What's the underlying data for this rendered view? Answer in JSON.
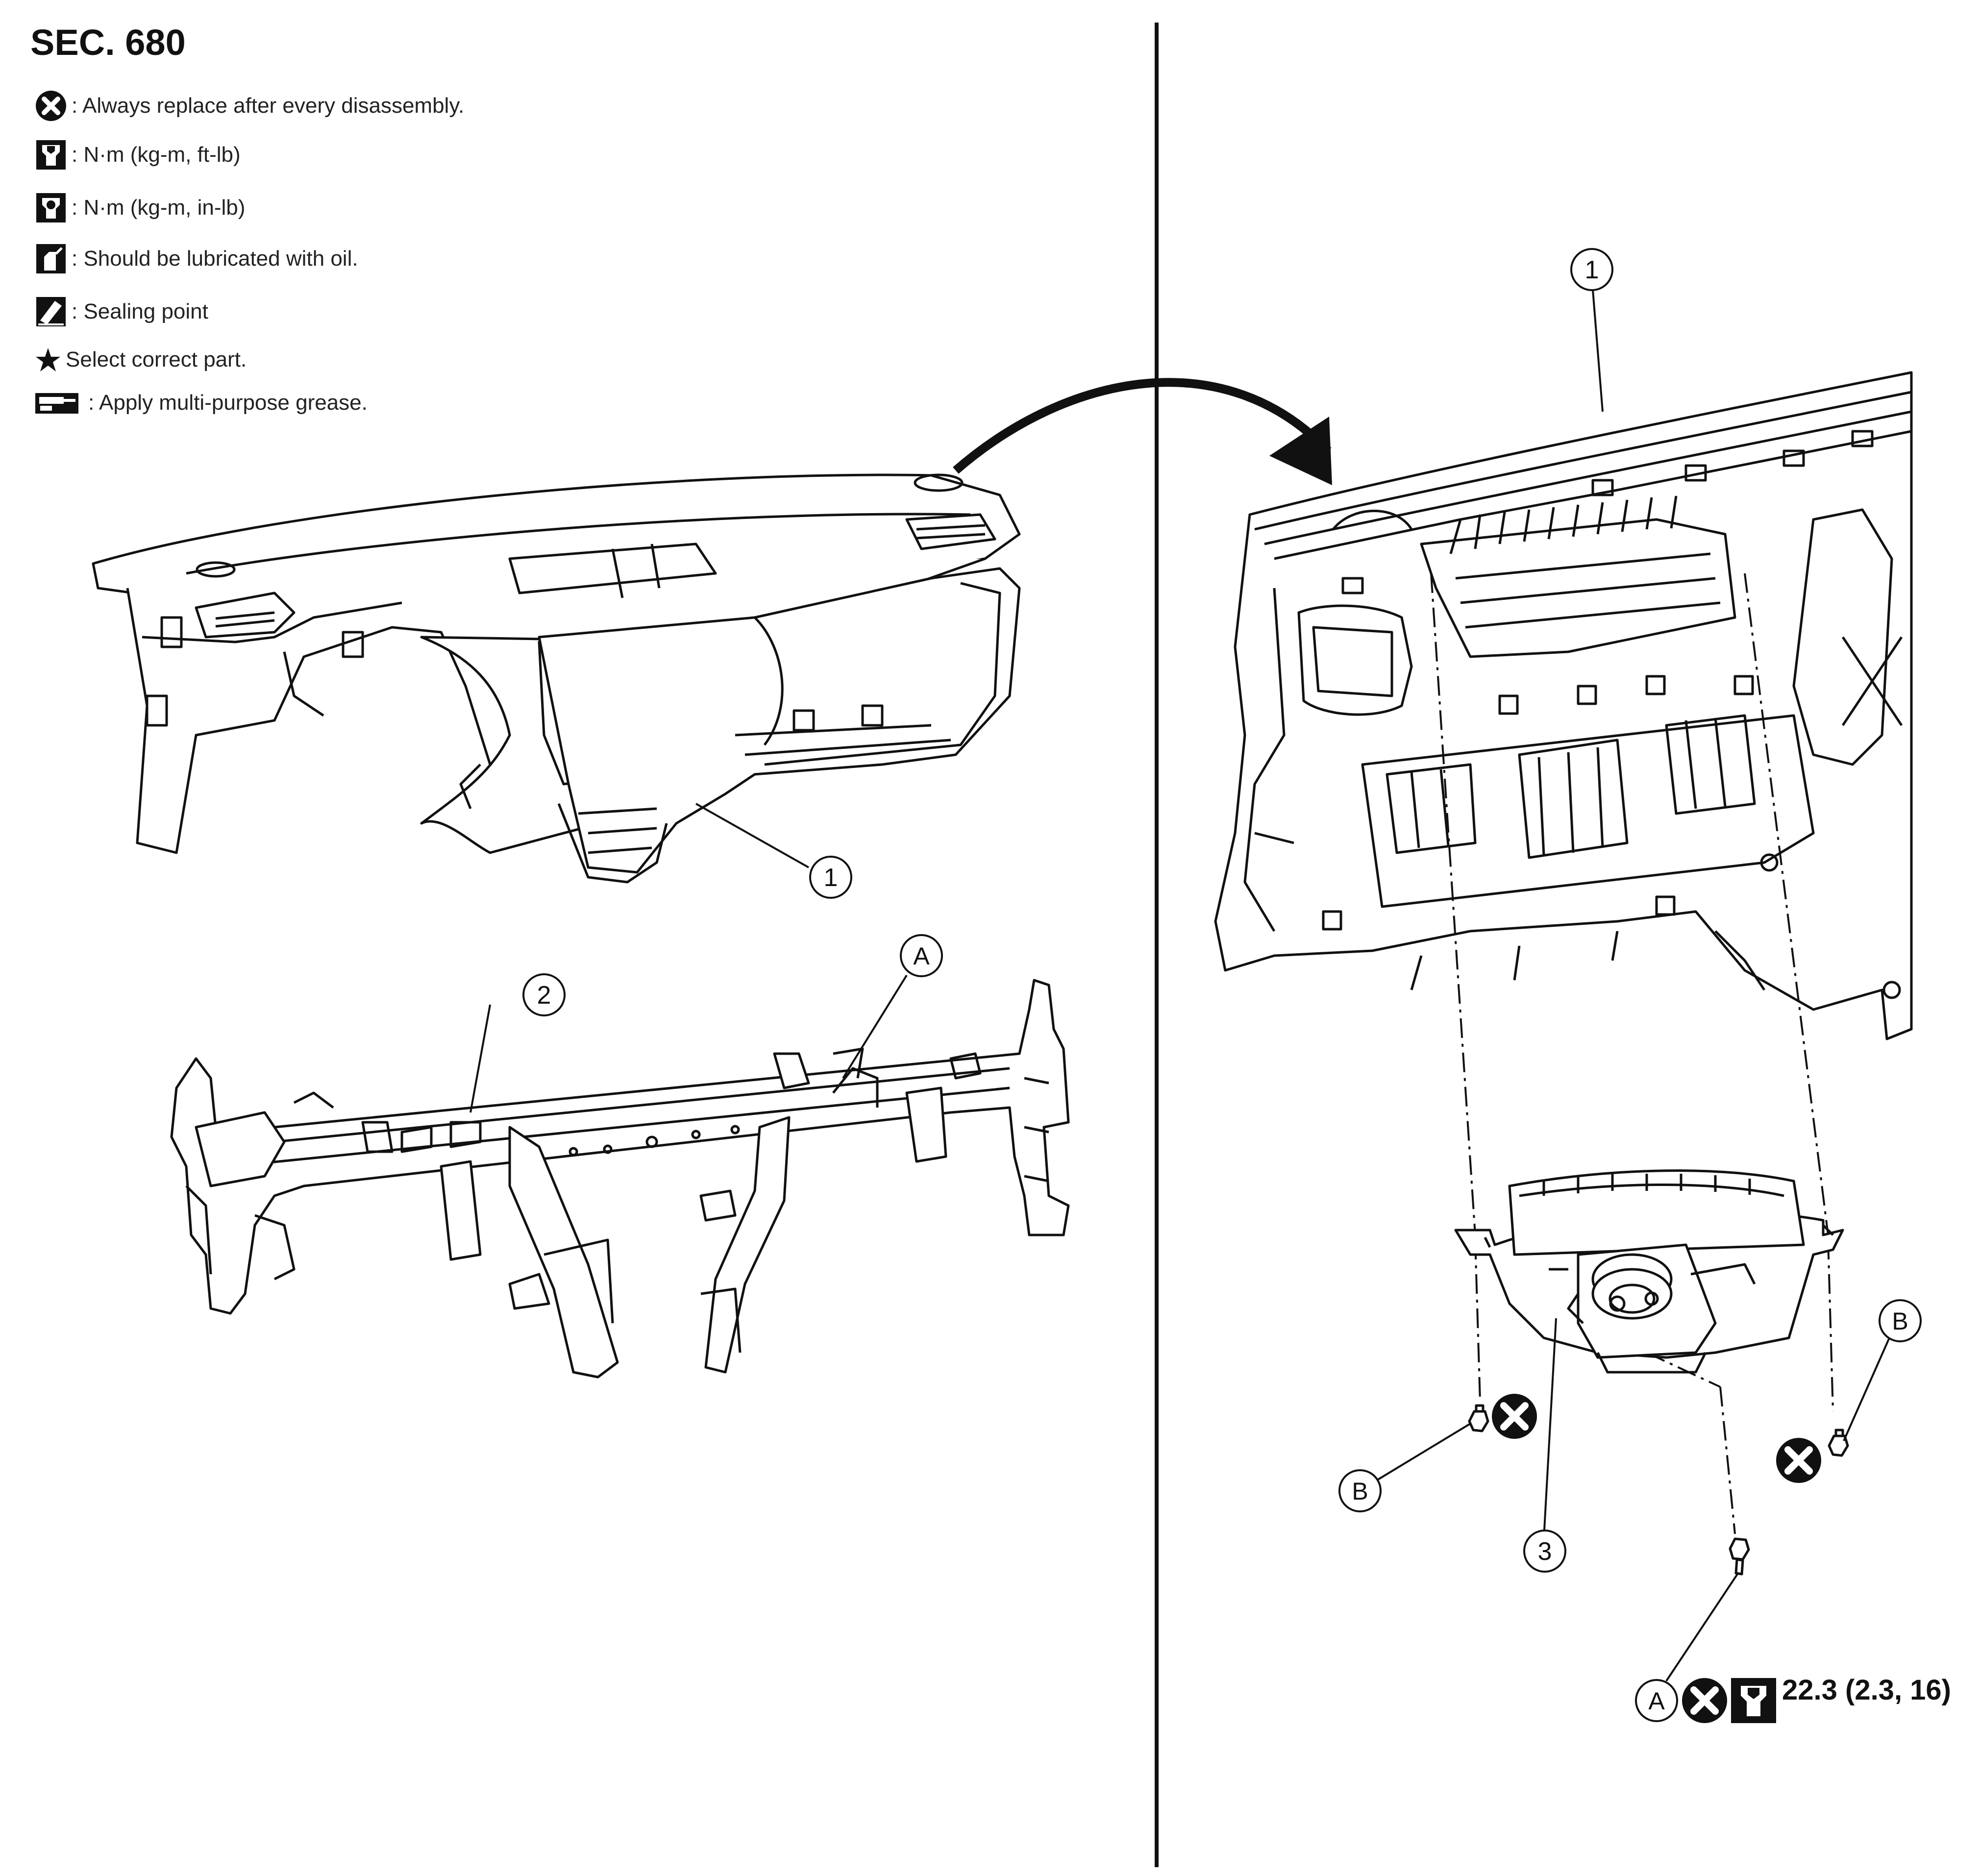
{
  "section": {
    "title": "SEC. 680"
  },
  "legend": [
    {
      "icon": "replace-x-icon",
      "text": ": Always replace after every disassembly."
    },
    {
      "icon": "torque-wrench-icon",
      "text": ": N·m (kg-m, ft-lb)"
    },
    {
      "icon": "torque-wrench-filled-icon",
      "text": ": N·m (kg-m, in-lb)"
    },
    {
      "icon": "oil-can-icon",
      "text": ": Should be lubricated with oil."
    },
    {
      "icon": "sealing-point-icon",
      "text": ": Sealing point"
    },
    {
      "icon": "star-icon",
      "text": "Select correct part."
    },
    {
      "icon": "grease-icon",
      "text": ": Apply multi-purpose grease."
    }
  ],
  "callouts": {
    "instrument_panel": "1",
    "steering_member": "2",
    "passenger_air_bag_module": "3",
    "bolt_a": "A",
    "bolt_b": "B"
  },
  "torque": {
    "value": "22.3 (2.3, 16)"
  },
  "colors": {
    "line": "#111111",
    "background": "#ffffff",
    "fill": "#ffffff"
  }
}
